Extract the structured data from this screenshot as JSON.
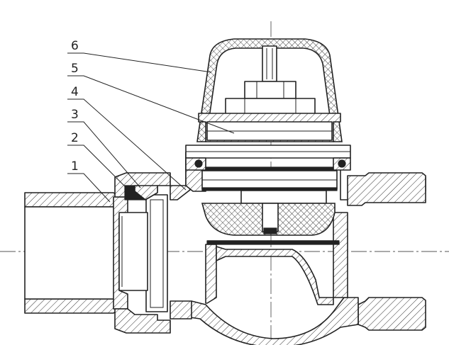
{
  "callouts": [
    {
      "number": "6"
    },
    {
      "number": "5"
    },
    {
      "number": "4"
    },
    {
      "number": "3"
    },
    {
      "number": "2"
    },
    {
      "number": "1"
    }
  ]
}
